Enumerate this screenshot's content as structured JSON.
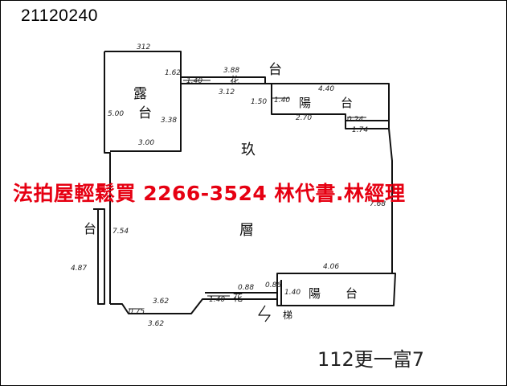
{
  "document": {
    "id": "21120240",
    "address": "112更一富7"
  },
  "banner": {
    "text": "法拍屋輕鬆買  2266-3524  林代書.林經理",
    "color": "#e60012"
  },
  "floor_plan": {
    "room_labels": {
      "dew_terrace_1": "露",
      "dew_terrace_2": "台",
      "top_label": "台",
      "balcony_top_1": "陽",
      "balcony_top_2": "台",
      "floor_1": "玖",
      "floor_2": "層",
      "left_label": "台",
      "balcony_bottom_1": "陽",
      "balcony_bottom_2": "台",
      "garden_1": "花",
      "garden_2": "花",
      "stairwell": "梯"
    },
    "dimensions": {
      "d_312_top": "312",
      "d_162": "1.62",
      "d_388": "3.88",
      "d_140_a": "1.40",
      "d_312_mid": "3.12",
      "d_500": "5.00",
      "d_338": "3.38",
      "d_300": "3.00",
      "d_440": "4.40",
      "d_150": "1.50",
      "d_140_b": "1.40",
      "d_270": "2.70",
      "d_024": "0.24",
      "d_174": "1.74",
      "d_768": "7.68",
      "d_754": "7.54",
      "d_487": "4.87",
      "d_406": "4.06",
      "d_088": "0.88",
      "d_086": "0.86",
      "d_140_c": "1.40",
      "d_075": "0.75",
      "d_362_a": "3.62",
      "d_362_b": "3.62",
      "d_140_d": "1.40"
    }
  }
}
